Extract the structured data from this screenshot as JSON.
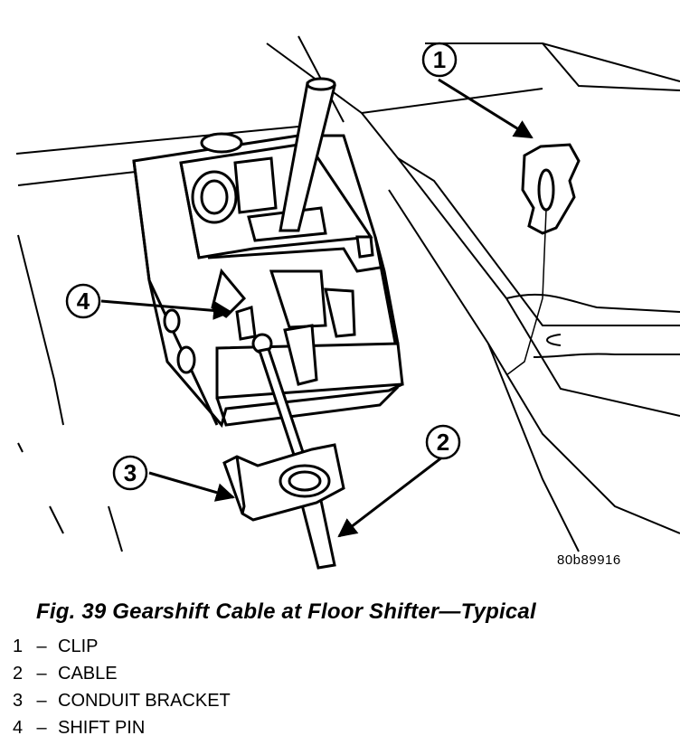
{
  "figure": {
    "image_code": "80b89916",
    "caption": "Fig. 39 Gearshift Cable at Floor Shifter—Typical",
    "callouts": [
      "1",
      "2",
      "3",
      "4"
    ],
    "legend": [
      {
        "num": "1",
        "dash": "–",
        "label": "CLIP"
      },
      {
        "num": "2",
        "dash": "–",
        "label": "CABLE"
      },
      {
        "num": "3",
        "dash": "–",
        "label": "CONDUIT BRACKET"
      },
      {
        "num": "4",
        "dash": "–",
        "label": "SHIFT PIN"
      }
    ]
  }
}
